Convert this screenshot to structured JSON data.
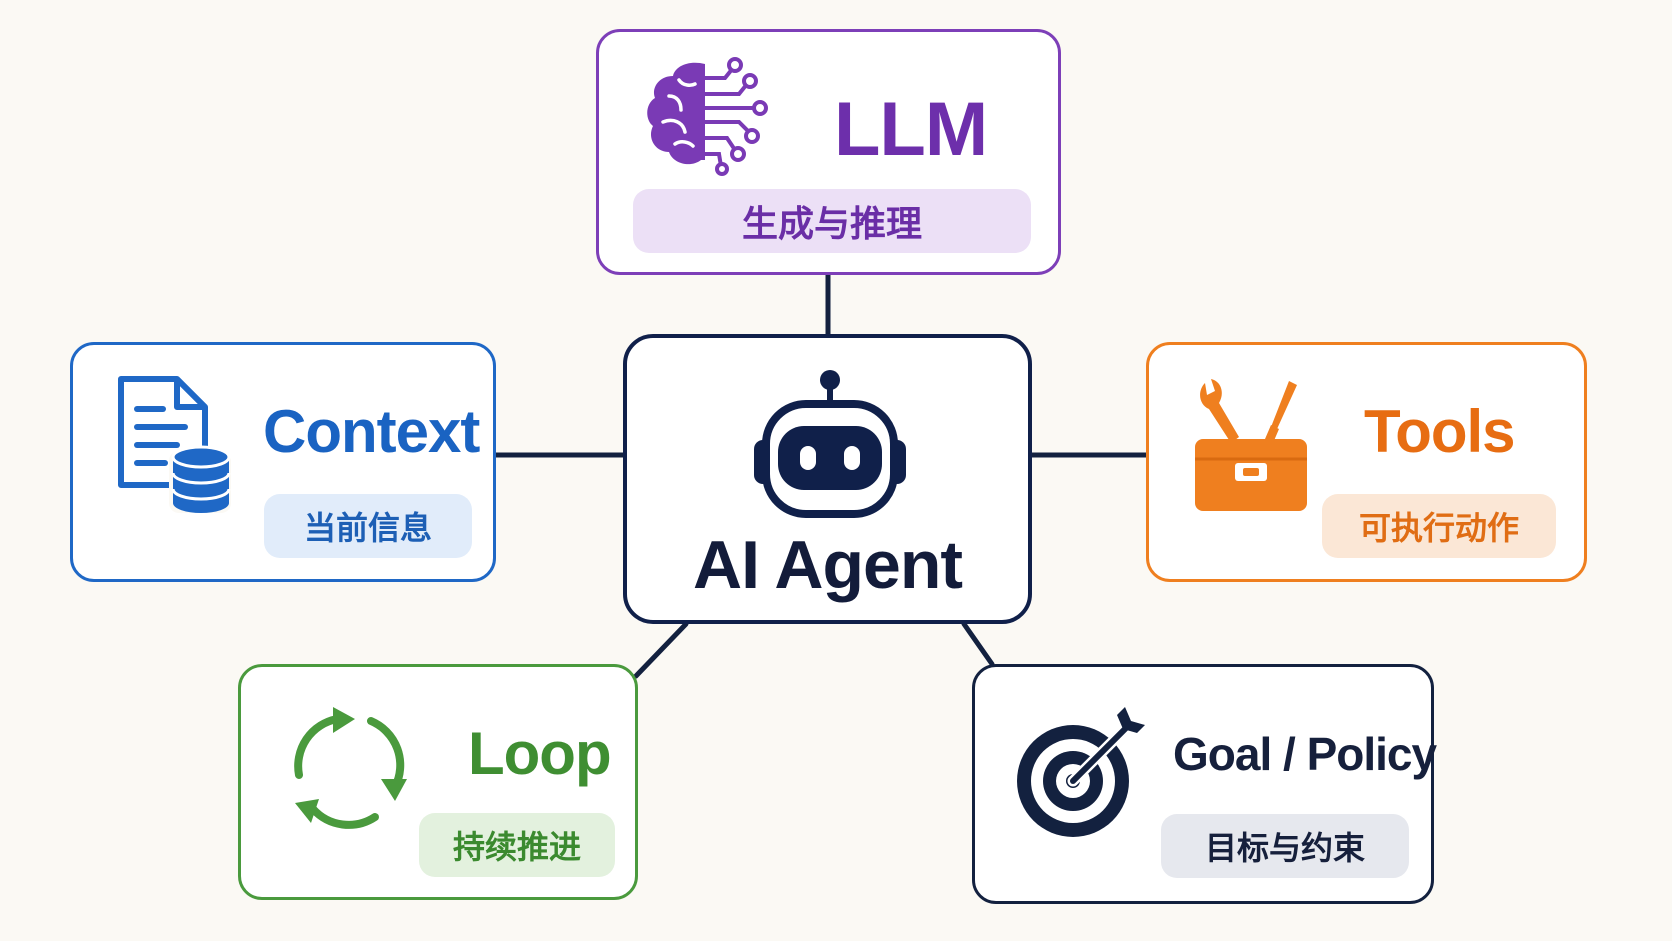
{
  "center": {
    "title": "AI Agent",
    "icon": "robot-icon",
    "color": "#10204a"
  },
  "nodes": {
    "llm": {
      "title": "LLM",
      "subtitle": "生成与推理",
      "icon": "brain-circuit-icon",
      "color": "#7d3fb8"
    },
    "context": {
      "title": "Context",
      "subtitle": "当前信息",
      "icon": "document-database-icon",
      "color": "#1f68c6"
    },
    "tools": {
      "title": "Tools",
      "subtitle": "可执行动作",
      "icon": "toolbox-icon",
      "color": "#ef7f1f"
    },
    "loop": {
      "title": "Loop",
      "subtitle": "持续推进",
      "icon": "cycle-arrows-icon",
      "color": "#4a9a3d"
    },
    "goal": {
      "title": "Goal / Policy",
      "subtitle": "目标与约束",
      "icon": "target-icon",
      "color": "#13213f"
    }
  }
}
